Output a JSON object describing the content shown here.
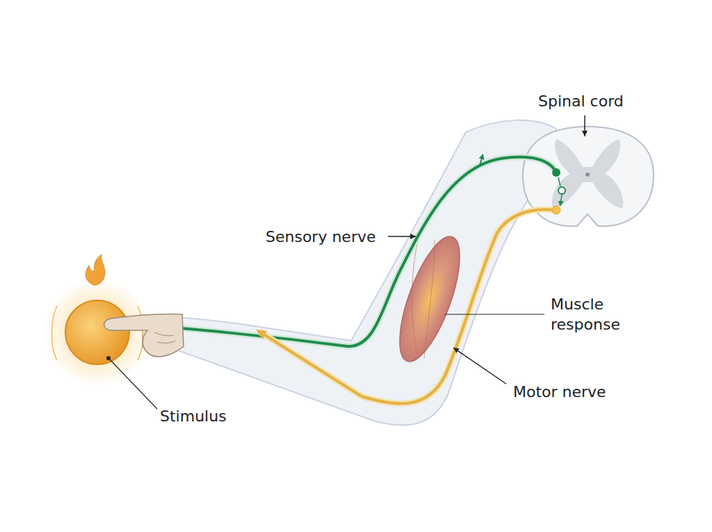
{
  "diagram": {
    "labels": [
      "Spinal cord",
      "Sensory nerve",
      "Muscle response",
      "Motor nerve",
      "Stimulus"
    ]
  }
}
